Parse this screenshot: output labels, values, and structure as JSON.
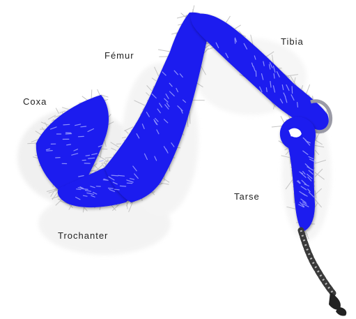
{
  "labels": {
    "coxa": "Coxa",
    "femur": "Fémur",
    "tibia": "Tibia",
    "tarse": "Tarse",
    "trochanter": "Trochanter"
  },
  "colors": {
    "segment": "#1a1aef",
    "hair": "#c9c9c9",
    "claw": "#333333",
    "background": "#ffffff"
  }
}
